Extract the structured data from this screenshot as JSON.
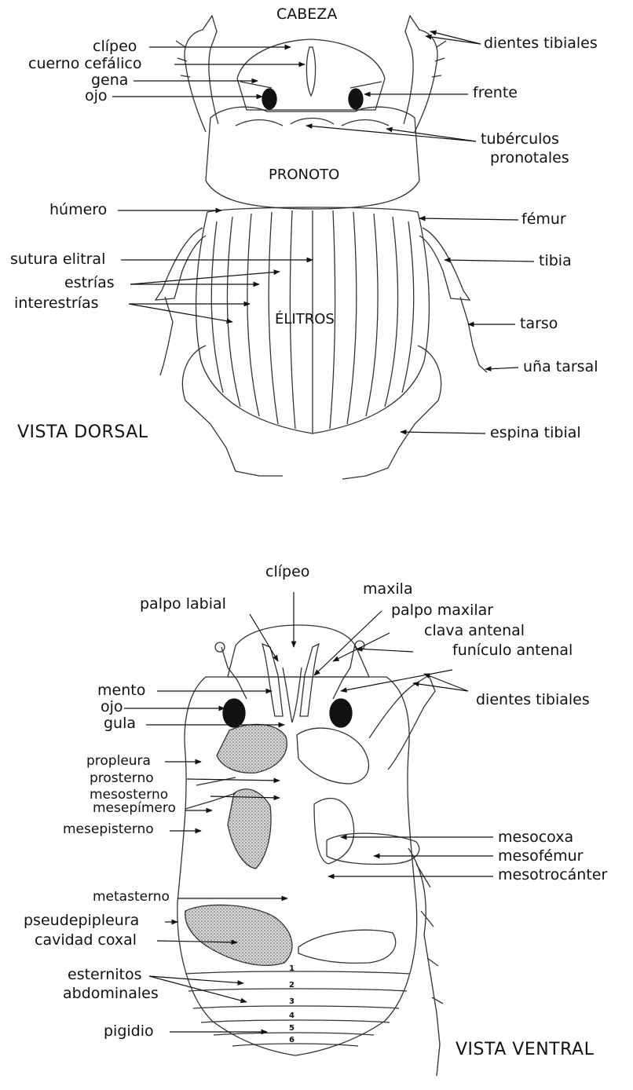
{
  "dorsal": {
    "view_title": "VISTA DORSAL",
    "region_labels": {
      "head": "CABEZA",
      "pronotum": "PRONOTO",
      "elytra": "ÉLITROS"
    },
    "callouts": {
      "clipeo": "clípeo",
      "cuerno": "cuerno cefálico",
      "gena": "gena",
      "ojo": "ojo",
      "dientes": "dientes tibiales",
      "frente": "frente",
      "tuberculos_1": "tubérculos",
      "tuberculos_2": "pronotales",
      "humero": "húmero",
      "femur": "fémur",
      "sutura": "sutura elitral",
      "tibia": "tibia",
      "estrias": "estrías",
      "interestrias": "interestrías",
      "tarso": "tarso",
      "una": "uña tarsal",
      "espina": "espina tibial"
    }
  },
  "ventral": {
    "view_title": "VISTA VENTRAL",
    "sternite_numbers": [
      "1",
      "2",
      "3",
      "4",
      "5",
      "6"
    ],
    "callouts": {
      "clipeo": "clípeo",
      "maxila": "maxila",
      "palpo_labial": "palpo labial",
      "palpo_maxilar": "palpo maxilar",
      "clava": "clava antenal",
      "funiculo": "funículo antenal",
      "mento": "mento",
      "ojo": "ojo",
      "dientes": "dientes tibiales",
      "gula": "gula",
      "propleura": "propleura",
      "prosterno": "prosterno",
      "mesosterno": "mesosterno",
      "mesepimero": "mesepímero",
      "mesocoxa": "mesocoxa",
      "mesepisterno": "mesepisterno",
      "mesofemur": "mesofémur",
      "mesotrocanter": "mesotrocánter",
      "metasterno": "metasterno",
      "pseudepipleura": "pseudepipleura",
      "cavidad": "cavidad coxal",
      "esternitos_1": "esternitos",
      "esternitos_2": "abdominales",
      "pigidio": "pigidio"
    }
  },
  "colors": {
    "ink": "#111111",
    "line": "#333333",
    "fill_dark": "#111111",
    "stipple": "#888888"
  }
}
